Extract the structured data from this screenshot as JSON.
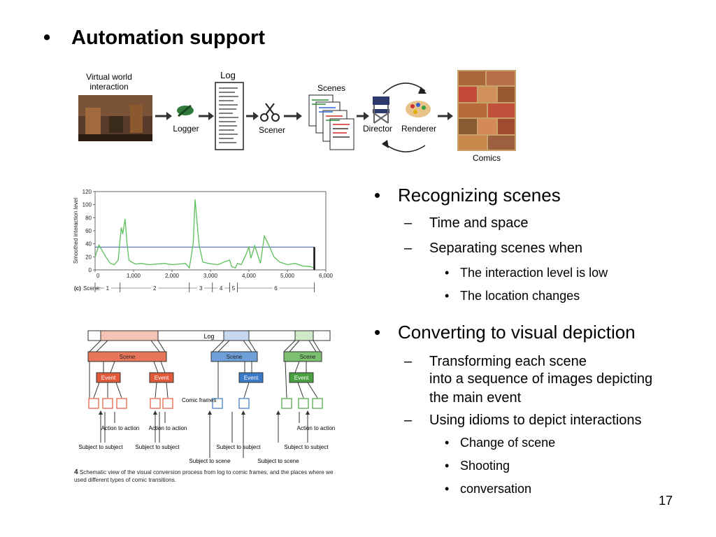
{
  "slide": {
    "title": "Automation support",
    "page_number": "17"
  },
  "pipeline": {
    "virtual_world_label": "Virtual world interaction",
    "log_label": "Log",
    "logger_label": "Logger",
    "scenes_label": "Scenes",
    "scener_label": "Scener",
    "director_label": "Director",
    "renderer_label": "Renderer",
    "comics_label": "Comics"
  },
  "chart_data": {
    "type": "line",
    "title": "",
    "xlabel": "",
    "ylabel": "Smoothed interaction level",
    "panel_label": "(c)",
    "xlim": [
      0,
      6000
    ],
    "ylim": [
      0,
      120
    ],
    "x_ticks": [
      "0",
      "1,000",
      "2,000",
      "3,000",
      "4,000",
      "5,000",
      "6,000"
    ],
    "y_ticks": [
      "0",
      "20",
      "40",
      "60",
      "80",
      "100",
      "120"
    ],
    "threshold": 35,
    "series": [
      {
        "x": [
          0,
          100,
          200,
          300,
          400,
          500,
          600,
          680,
          720,
          780,
          830,
          880,
          950,
          1050,
          1200,
          1400,
          1600,
          1800,
          2000,
          2200,
          2350,
          2450,
          2550,
          2600,
          2700,
          2800,
          2950,
          3050,
          3200,
          3350,
          3500,
          3550,
          3650,
          3700,
          3800,
          3900,
          4000,
          4050,
          4150,
          4300,
          4400,
          4500,
          4650,
          4800,
          5000,
          5200,
          5400,
          5600,
          5700
        ],
        "y": [
          20,
          38,
          28,
          18,
          10,
          8,
          15,
          65,
          55,
          78,
          40,
          15,
          12,
          9,
          10,
          8,
          9,
          10,
          8,
          9,
          10,
          3,
          40,
          108,
          40,
          12,
          10,
          9,
          8,
          12,
          15,
          5,
          3,
          10,
          8,
          20,
          35,
          18,
          37,
          10,
          52,
          40,
          20,
          12,
          8,
          10,
          6,
          5,
          3
        ]
      }
    ],
    "scenes": {
      "label": "Scene:",
      "labels": [
        "1",
        "2",
        "3",
        "4",
        "5",
        "6"
      ],
      "boundaries": [
        0,
        650,
        2450,
        3050,
        3500,
        3700,
        5700
      ]
    }
  },
  "log_figure": {
    "log_label": "Log",
    "scene_label": "Scene",
    "event_label": "Event",
    "comic_frames_label": "Comic frames",
    "action_to_action": "Action to action",
    "subject_to_subject": "Subject to subject",
    "subject_to_scene": "Subject to scene",
    "caption_number": "4",
    "caption": "Schematic view of the visual conversion process from log to comic frames, and the places where we used different types of comic transitions.",
    "colors": {
      "red": "#e8765a",
      "blue": "#6f9fd8",
      "green": "#7cbf6f"
    }
  },
  "bullets": {
    "recognizing": "Recognizing scenes",
    "time_space": "Time and space",
    "separating": "Separating scenes when",
    "low_level": "The interaction level is low",
    "location": "The location changes",
    "converting": "Converting to visual depiction",
    "transform_line1": "Transforming each scene",
    "transform_line2": "into a sequence of images depicting",
    "transform_line3": "the main event",
    "idioms": "Using idioms to depict interactions",
    "change_scene": "Change of scene",
    "shooting": "Shooting",
    "conversation": "conversation"
  },
  "glyphs": {
    "bullet": "•",
    "dash": "–"
  }
}
